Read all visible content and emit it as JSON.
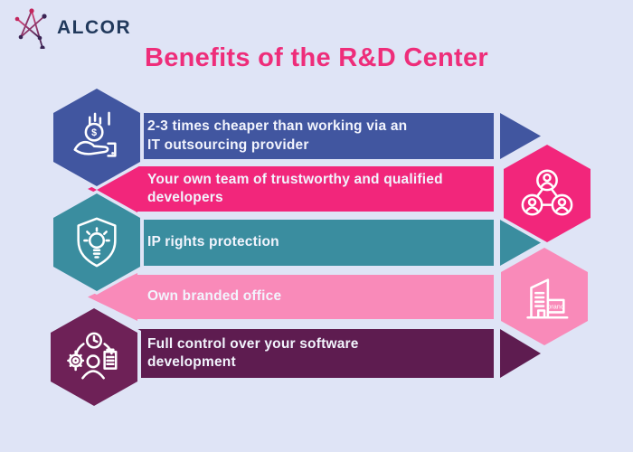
{
  "brand": {
    "logo_text": "ALCOR"
  },
  "title": "Benefits of the R&D Center",
  "colors": {
    "background": "#dfe4f6",
    "title": "#ee2d7a",
    "logo_text": "#21395c",
    "banner_text": "#f2f4fd"
  },
  "benefits": [
    {
      "text": "2-3 times cheaper than working via an\nIT outsourcing provider",
      "color": "#4156a0",
      "icon": "cost-savings-icon",
      "icon_side": "left"
    },
    {
      "text": "Your own team of trustworthy and qualified\ndevelopers",
      "color": "#f2267b",
      "icon": "team-icon",
      "icon_side": "right"
    },
    {
      "text": "IP rights protection",
      "color": "#3a8d9f",
      "icon": "ip-shield-icon",
      "icon_side": "left"
    },
    {
      "text": "Own branded office",
      "color": "#f98ab9",
      "icon": "branded-office-icon",
      "icon_side": "right",
      "icon_label": "brand"
    },
    {
      "text": "Full control over your software\ndevelopment",
      "color": "#5e1c50",
      "icon": "process-control-icon",
      "icon_side": "left",
      "hex_color": "#6e2157"
    }
  ]
}
